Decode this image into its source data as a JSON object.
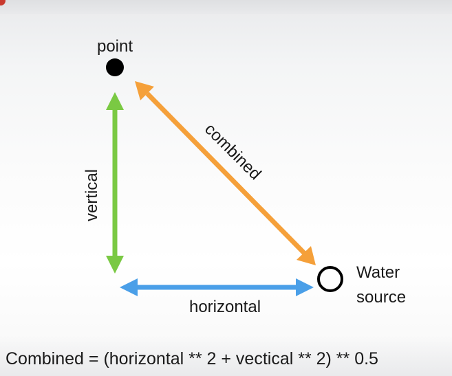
{
  "labels": {
    "point": "point",
    "vertical": "vertical",
    "horizontal": "horizontal",
    "combined": "combined",
    "water_line1": "Water",
    "water_line2": "source"
  },
  "formula": "Combined = (horizontal ** 2 + vectical ** 2) ** 0.5",
  "colors": {
    "vertical_arrow": "#7ac943",
    "horizontal_arrow": "#4a9fe8",
    "combined_arrow": "#f5a03a",
    "point_dot": "#000000",
    "water_source_ring": "#000000"
  }
}
